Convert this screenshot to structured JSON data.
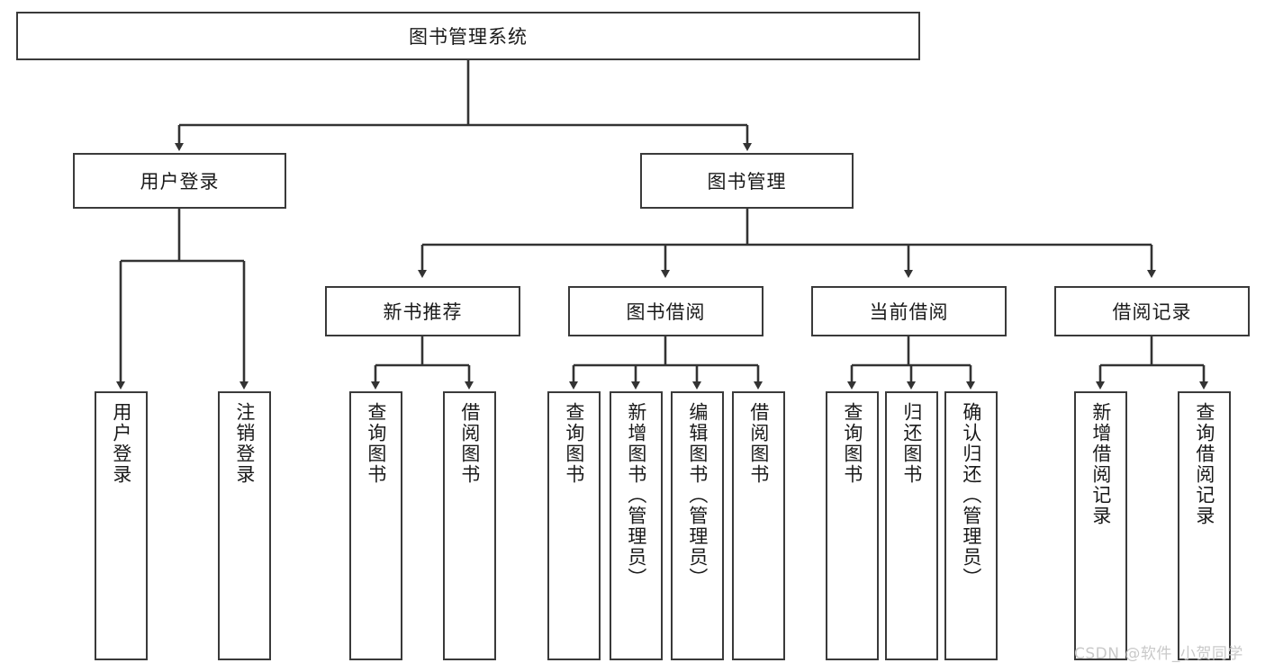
{
  "diagram": {
    "type": "hierarchy-tree",
    "title": "图书管理系统",
    "watermark": "CSDN @软件_小贺同学",
    "colors": {
      "box_border": "#3a3a3a",
      "box_fill": "#ffffff",
      "connector": "#333333",
      "text": "#1a1a1a",
      "watermark": "#c9c9c9"
    },
    "root": {
      "label": "图书管理系统",
      "orientation": "horizontal"
    },
    "level2": [
      {
        "label": "用户登录",
        "orientation": "horizontal"
      },
      {
        "label": "图书管理",
        "orientation": "horizontal"
      }
    ],
    "level3": [
      {
        "label": "新书推荐",
        "orientation": "horizontal"
      },
      {
        "label": "图书借阅",
        "orientation": "horizontal"
      },
      {
        "label": "当前借阅",
        "orientation": "horizontal"
      },
      {
        "label": "借阅记录",
        "orientation": "horizontal"
      }
    ],
    "leaves": {
      "user_login": [
        {
          "label": "用户登录",
          "orientation": "vertical"
        },
        {
          "label": "注销登录",
          "orientation": "vertical"
        }
      ],
      "new_book_recommend": [
        {
          "label": "查询图书",
          "orientation": "vertical"
        },
        {
          "label": "借阅图书",
          "orientation": "vertical"
        }
      ],
      "book_borrow": [
        {
          "label": "查询图书",
          "orientation": "vertical"
        },
        {
          "label": "新增图书（管理员）",
          "orientation": "vertical"
        },
        {
          "label": "编辑图书（管理员）",
          "orientation": "vertical"
        },
        {
          "label": "借阅图书",
          "orientation": "vertical"
        }
      ],
      "current_borrow": [
        {
          "label": "查询图书",
          "orientation": "vertical"
        },
        {
          "label": "归还图书",
          "orientation": "vertical"
        },
        {
          "label": "确认归还（管理员）",
          "orientation": "vertical"
        }
      ],
      "borrow_record": [
        {
          "label": "新增借阅记录",
          "orientation": "vertical"
        },
        {
          "label": "查询借阅记录",
          "orientation": "vertical"
        }
      ]
    }
  }
}
